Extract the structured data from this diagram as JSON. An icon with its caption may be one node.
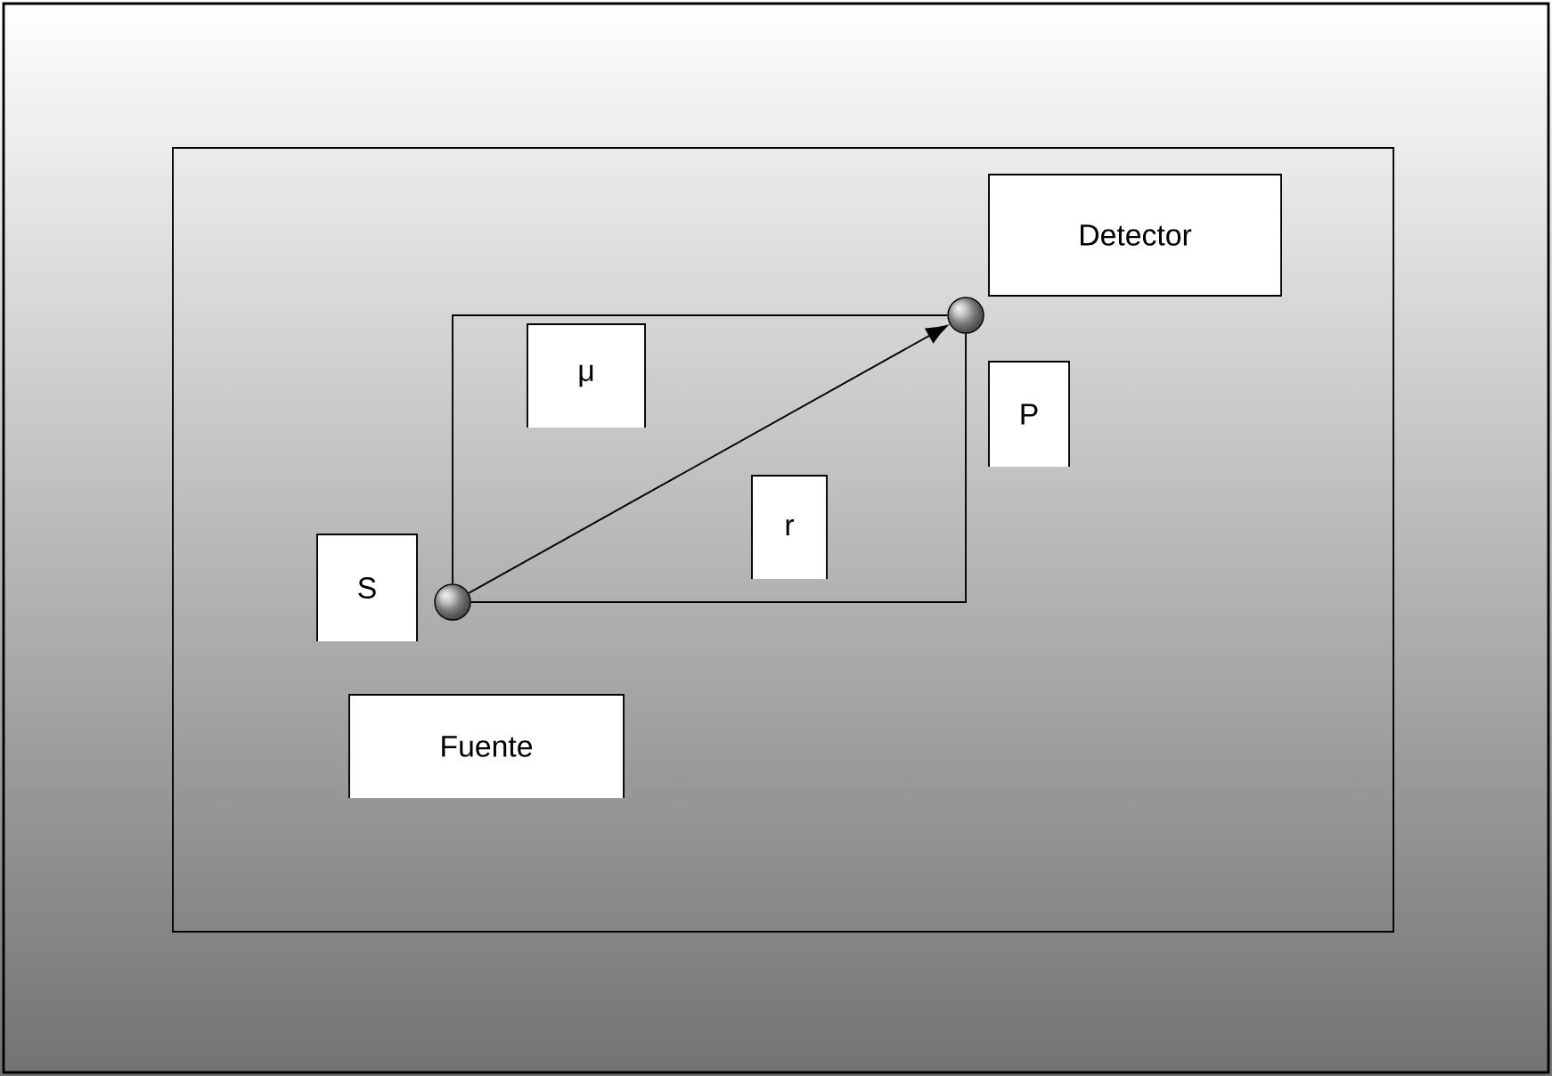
{
  "diagram": {
    "nodes": [
      {
        "text": [
          "Detector"
        ]
      },
      {
        "text": [],
        "shape": "circle"
      },
      {
        "text": [
          "μ"
        ]
      },
      {
        "text": [
          "P"
        ]
      },
      {
        "text": [
          "r"
        ]
      },
      {
        "text": [
          "S"
        ]
      },
      {
        "text": [],
        "shape": "circle"
      },
      {
        "text": [
          "Fuente"
        ]
      }
    ],
    "edges": [
      {
        "from": 6,
        "to": 1,
        "arrow": "to"
      },
      {
        "from": 6,
        "to": 1,
        "arrow": "none"
      },
      {
        "from": 6,
        "to": 1,
        "arrow": "none"
      }
    ]
  }
}
